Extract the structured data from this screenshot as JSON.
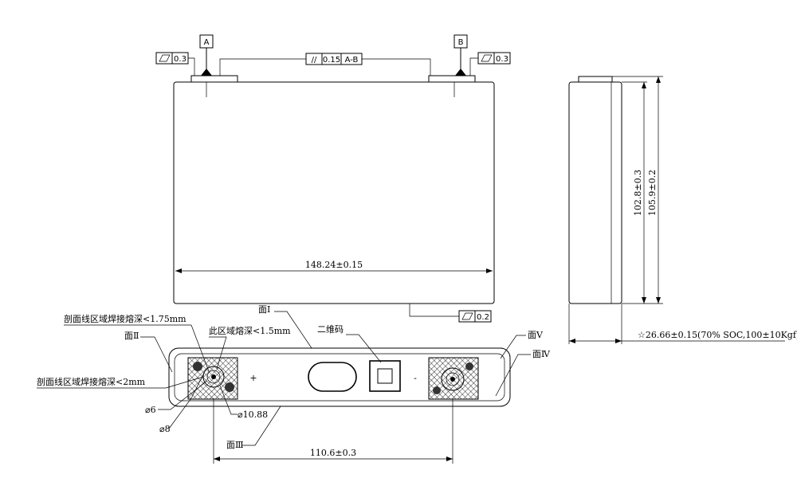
{
  "datum_a": "A",
  "datum_b": "B",
  "flatness_left": "0.3",
  "flatness_right": "0.3",
  "flatness_bottom": "0.2",
  "parallelism": {
    "symbol": "//",
    "value": "0.15",
    "datum": "A-B"
  },
  "dims": {
    "width": "148.24±0.15",
    "height_a": "102.8±0.3",
    "height_b": "105.9±0.2",
    "thickness": "☆26.66±0.15(70% SOC,100±10Kgf)",
    "terminal_pitch": "110.6±0.3",
    "d1": "⌀10.88",
    "d2": "⌀6",
    "d3": "⌀8"
  },
  "labels": {
    "face1": "面Ⅰ",
    "face2": "面Ⅱ",
    "face3": "面Ⅲ",
    "face4": "面Ⅳ",
    "face5": "面Ⅴ",
    "qr": "二维码",
    "weld1": "剖面线区域焊接熔深<1.75mm",
    "weld2": "此区域熔深<1.5mm",
    "weld3": "剖面线区域焊接熔深<2mm",
    "plus": "+",
    "minus": "-"
  }
}
